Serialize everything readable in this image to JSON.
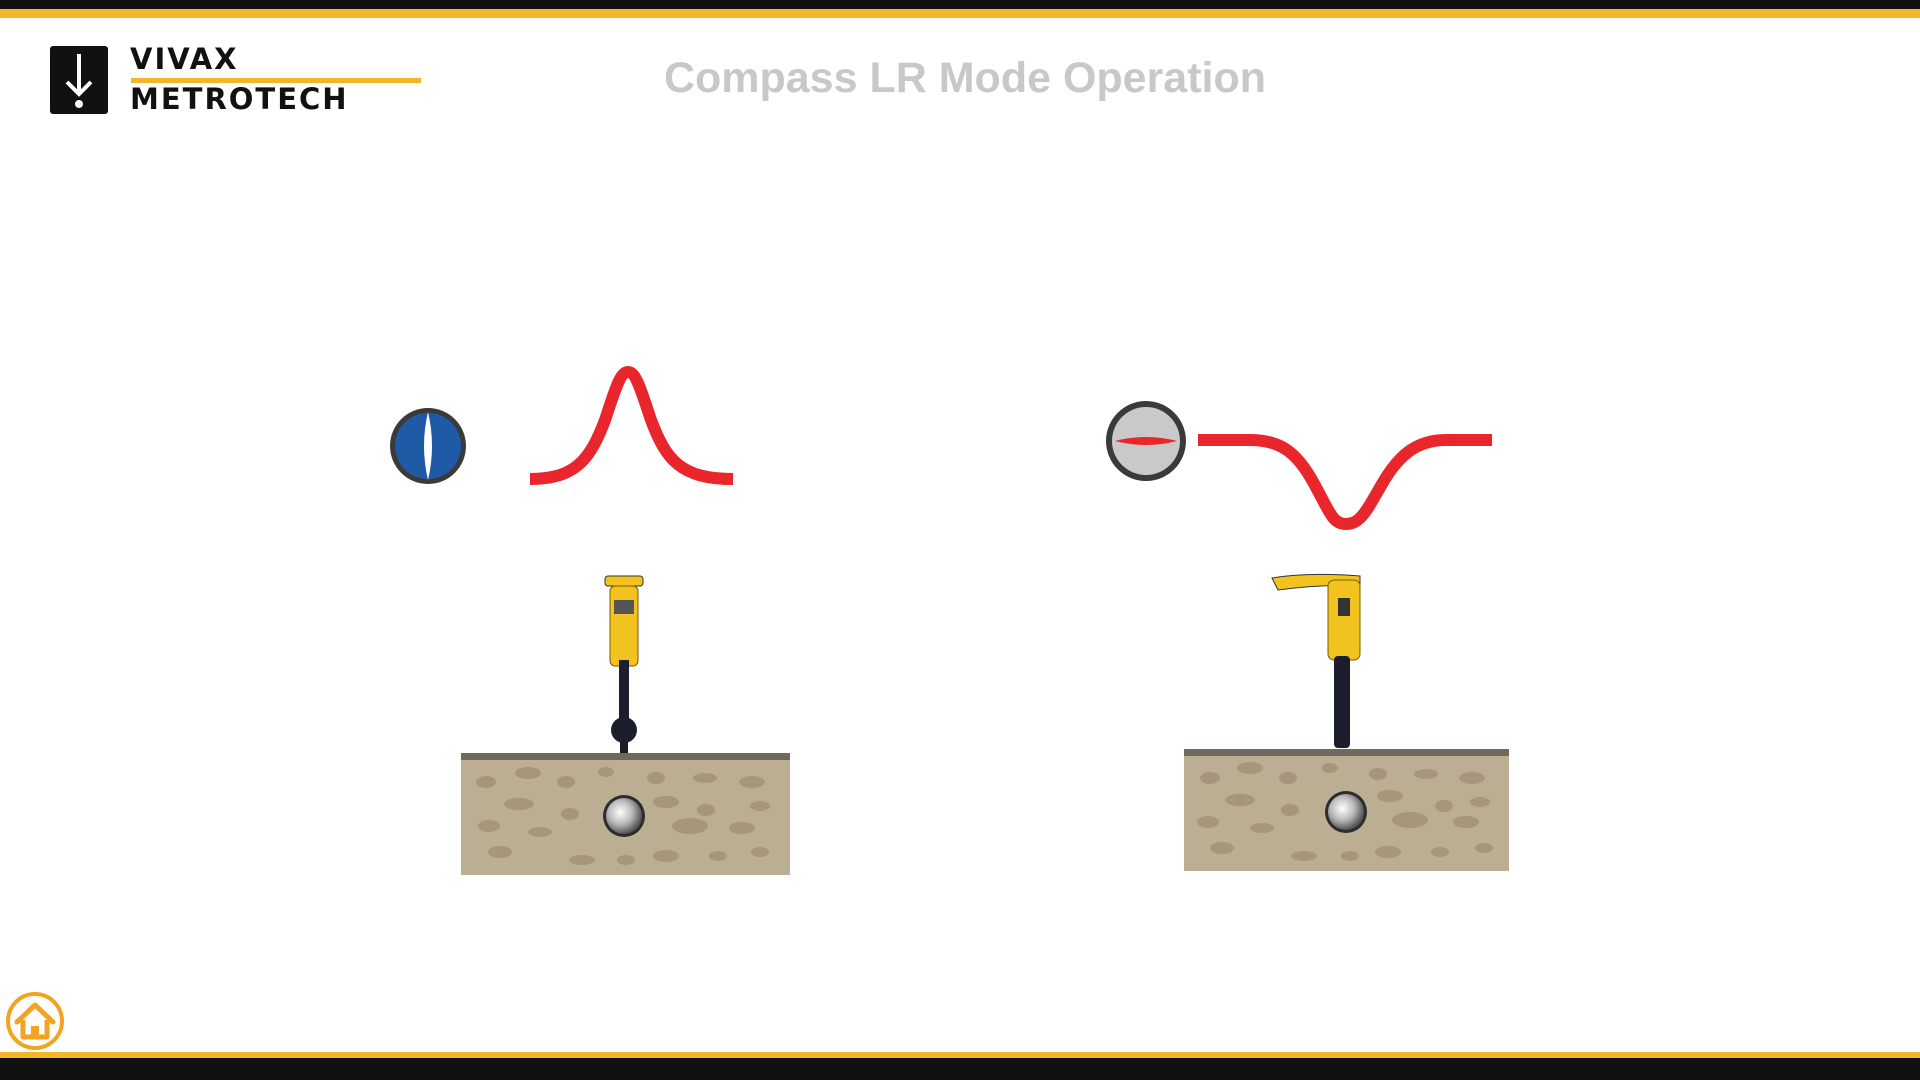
{
  "header": {
    "logo_line_1": "VIVAX",
    "logo_line_2": "METROTECH",
    "title": "Compass LR Mode Operation"
  },
  "colors": {
    "brand_yellow": "#f2b62a",
    "bar_black": "#111111",
    "title_gray": "#c8c8c8",
    "signal_red": "#e8262b",
    "compass_blue": "#1f5aa6",
    "compass_gray": "#c9c9c9",
    "soil": "#bcae93",
    "soil_stone": "#a6967a",
    "ground_line": "#6e6a5e"
  },
  "panels": [
    {
      "id": "left",
      "compass_state": "peak",
      "compass_face": "blue",
      "compass_needle": "vertical",
      "curve_shape": "peak",
      "locator_orientation": "edge-on"
    },
    {
      "id": "right",
      "compass_state": "null",
      "compass_face": "gray",
      "compass_needle": "horizontal",
      "curve_shape": "null",
      "locator_orientation": "side-on"
    }
  ],
  "footer": {
    "home_icon": "home-icon"
  }
}
